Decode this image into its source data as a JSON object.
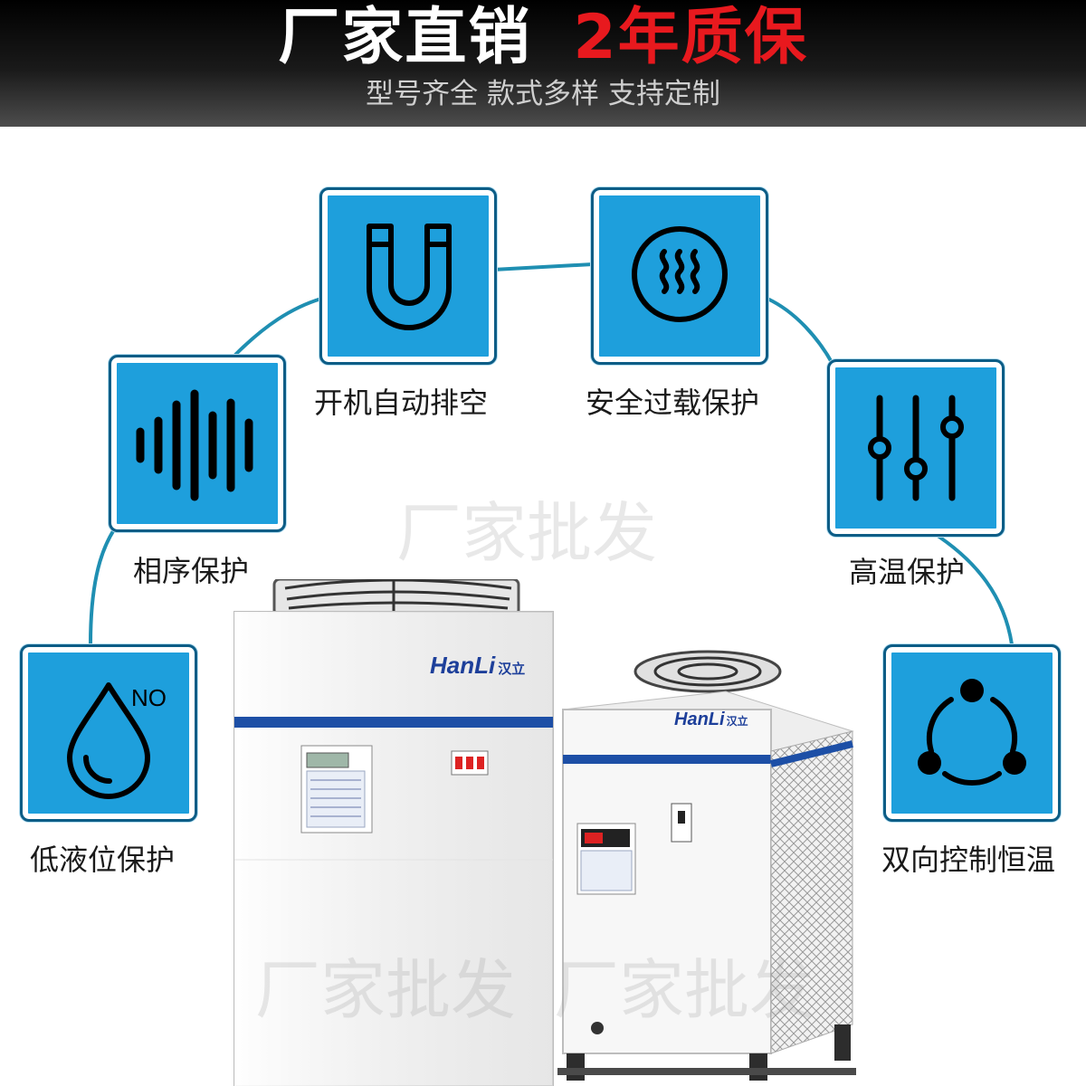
{
  "banner": {
    "headline_left": "厂家直销",
    "headline_right": "2年质保",
    "subline": "型号齐全 款式多样 支持定制",
    "colors": {
      "headline_left": "#ffffff",
      "headline_right": "#e8191e"
    }
  },
  "features": [
    {
      "label": "开机自动排空",
      "icon": "horseshoe-magnet-icon"
    },
    {
      "label": "安全过载保护",
      "icon": "heat-waves-circle-icon"
    },
    {
      "label": "相序保护",
      "icon": "sound-wave-icon"
    },
    {
      "label": "高温保护",
      "icon": "sliders-icon"
    },
    {
      "label": "低液位保护",
      "icon": "water-drop-icon",
      "badge": "NO"
    },
    {
      "label": "双向控制恒温",
      "icon": "three-node-cycle-icon"
    }
  ],
  "watermark": "厂家批发",
  "products": {
    "brand": "HanLi",
    "brand_cn": "汉立"
  },
  "colors": {
    "tile": "#1e9fdc",
    "tile_border": "#0d5d86",
    "arc": "#1f8fb2",
    "stripe": "#1d4fa6"
  }
}
